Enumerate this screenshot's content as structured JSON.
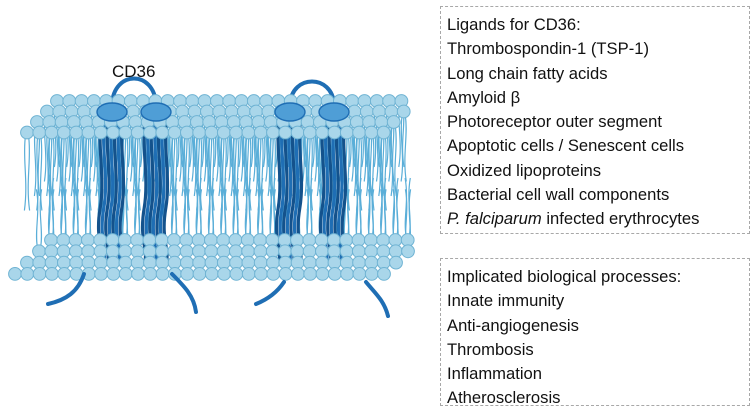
{
  "diagram": {
    "protein_label": "CD36",
    "colors": {
      "head_fill": "#a9d6ea",
      "head_stroke": "#6fb3d3",
      "tail": "#5aaed8",
      "protein": "#1f6eb4",
      "protein_dark": "#14528c"
    }
  },
  "ligands": {
    "title": "Ligands for CD36:",
    "items": [
      {
        "text": "Thrombospondin-1 (TSP-1)"
      },
      {
        "text": "Long chain fatty acids"
      },
      {
        "text": "Amyloid β"
      },
      {
        "text": "Photoreceptor outer segment"
      },
      {
        "text": "Apoptotic cells / Senescent cells"
      },
      {
        "text": "Oxidized lipoproteins"
      },
      {
        "text": "Bacterial cell wall components"
      },
      {
        "italic": "P. falciparum",
        "rest": " infected erythrocytes"
      }
    ]
  },
  "processes": {
    "title": "Implicated biological processes:",
    "items": [
      "Innate immunity",
      "Anti-angiogenesis",
      "Thrombosis",
      "Inflammation",
      "Atherosclerosis"
    ]
  }
}
